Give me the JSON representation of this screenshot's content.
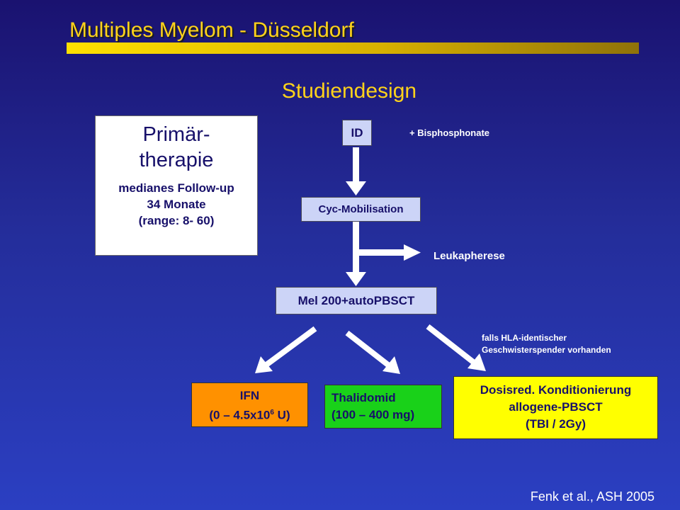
{
  "title": "Multiples Myelom - Düsseldorf",
  "subtitle": "Studiendesign",
  "primary_box": {
    "line1": "Primär-",
    "line2": "therapie",
    "line3": "medianes Follow-up",
    "line4": "34 Monate",
    "line5": "(range: 8- 60)"
  },
  "flow": {
    "id_box": "ID",
    "bisphosphonate": "+ Bisphosphonate",
    "cyc_box": "Cyc-Mobilisation",
    "leukapherese": "Leukapherese",
    "mel_box": "Mel 200+autoPBSCT",
    "hla_note_line1": "falls HLA-identischer",
    "hla_note_line2": "Geschwisterspender vorhanden"
  },
  "outcomes": {
    "ifn": {
      "line1": "IFN",
      "line2_prefix": "(0 – 4.5x10",
      "line2_sup": "6",
      "line2_suffix": " U)",
      "color": "#ff9100"
    },
    "thalidomid": {
      "line1": "Thalidomid",
      "line2": "(100 – 400 mg)",
      "color": "#19d119"
    },
    "dosisred": {
      "line1": "Dosisred. Konditionierung",
      "line2": "allogene-PBSCT",
      "line3": "(TBI / 2Gy)",
      "color": "#ffff00"
    }
  },
  "citation": "Fenk et al., ASH 2005",
  "colors": {
    "title": "#ffd31a",
    "box_fill": "#ccd4f7",
    "arrow": "#ffffff"
  }
}
